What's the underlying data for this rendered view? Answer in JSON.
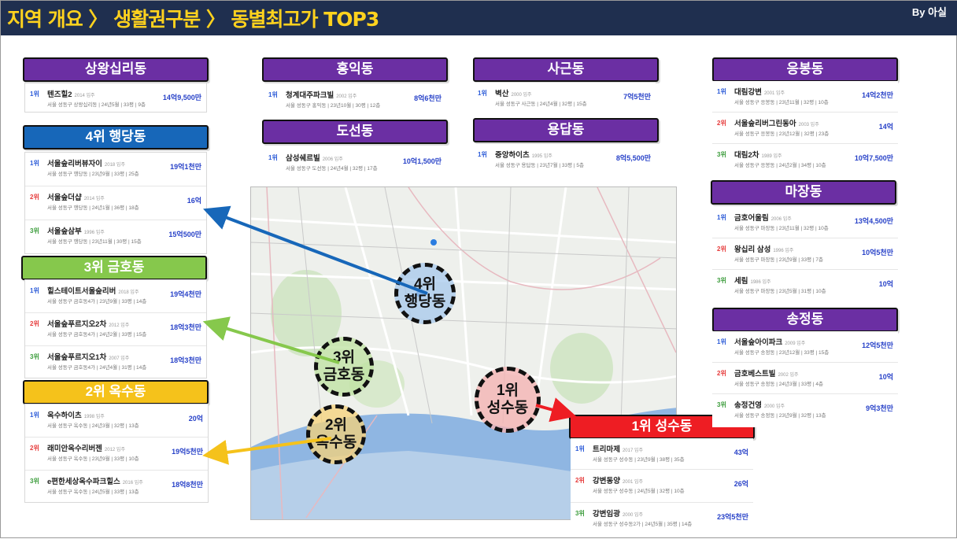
{
  "header": {
    "title": "지역 개요 〉 생활권구분 〉 동별최고가 TOP3",
    "author": "By 아실",
    "bg_color": "#1f2f4f",
    "title_color": "#ffd21e"
  },
  "panels": {
    "sangwangsimni": {
      "title": "상왕십리동",
      "rows": [
        {
          "rank": "1위",
          "name": "텐즈힐2",
          "year": "2014 입주",
          "detail": "서울 성동구 상왕십리동 | 24년5월 | 33평 | 9층",
          "price": "14억9,500만"
        }
      ]
    },
    "haengdang": {
      "title": "4위 행당동",
      "rows": [
        {
          "rank": "1위",
          "name": "서울숲리버뷰자이",
          "year": "2018 입주",
          "detail": "서울 성동구 행당동 | 23년9월 | 33평 | 25층",
          "price": "19억1천만"
        },
        {
          "rank": "2위",
          "name": "서울숲더샵",
          "year": "2014 입주",
          "detail": "서울 성동구 행당동 | 24년1월 | 36평 | 18층",
          "price": "16억"
        },
        {
          "rank": "3위",
          "name": "서울숲삼부",
          "year": "1996 입주",
          "detail": "서울 성동구 행당동 | 23년11월 | 30평 | 15층",
          "price": "15억500만"
        }
      ]
    },
    "geumho": {
      "title": "3위 금호동",
      "rows": [
        {
          "rank": "1위",
          "name": "힐스테이트서울숲리버",
          "year": "2018 입주",
          "detail": "서울 성동구 금호동4가 | 23년9월 | 33평 | 14층",
          "price": "19억4천만"
        },
        {
          "rank": "2위",
          "name": "서울숲푸르지오2차",
          "year": "2012 입주",
          "detail": "서울 성동구 금호동4가 | 24년2월 | 33평 | 15층",
          "price": "18억3천만"
        },
        {
          "rank": "3위",
          "name": "서울숲푸르지오1차",
          "year": "2007 입주",
          "detail": "서울 성동구 금호동4가 | 24년4월 | 31평 | 14층",
          "price": "18억3천만"
        }
      ]
    },
    "oksu": {
      "title": "2위 옥수동",
      "rows": [
        {
          "rank": "1위",
          "name": "옥수하이츠",
          "year": "1998 입주",
          "detail": "서울 성동구 옥수동 | 24년3월 | 32평 | 13층",
          "price": "20억"
        },
        {
          "rank": "2위",
          "name": "래미안옥수리버젠",
          "year": "2012 입주",
          "detail": "서울 성동구 옥수동 | 23년9월 | 33평 | 10층",
          "price": "19억5천만"
        },
        {
          "rank": "3위",
          "name": "e편한세상옥수파크힐스",
          "year": "2016 입주",
          "detail": "서울 성동구 옥수동 | 24년5월 | 33평 | 13층",
          "price": "18억8천만"
        }
      ]
    },
    "hongik": {
      "title": "홍익동",
      "rows": [
        {
          "rank": "1위",
          "name": "청계대주파크빌",
          "year": "2002 입주",
          "detail": "서울 성동구 홍익동 | 23년10월 | 30평 | 12층",
          "price": "8억6천만"
        }
      ]
    },
    "doseon": {
      "title": "도선동",
      "rows": [
        {
          "rank": "1위",
          "name": "삼성쉐르빌",
          "year": "2006 입주",
          "detail": "서울 성동구 도선동 | 24년4월 | 32평 | 17층",
          "price": "10억1,500만"
        }
      ]
    },
    "sageun": {
      "title": "사근동",
      "rows": [
        {
          "rank": "1위",
          "name": "벽산",
          "year": "2000 입주",
          "detail": "서울 성동구 사근동 | 24년4월 | 32평 | 15층",
          "price": "7억5천만"
        }
      ]
    },
    "yongdap": {
      "title": "용답동",
      "rows": [
        {
          "rank": "1위",
          "name": "중앙하이츠",
          "year": "1995 입주",
          "detail": "서울 성동구 용답동 | 23년7월 | 33평 | 5층",
          "price": "8억5,500만"
        }
      ]
    },
    "eungbong": {
      "title": "응봉동",
      "rows": [
        {
          "rank": "1위",
          "name": "대림강변",
          "year": "2001 입주",
          "detail": "서울 성동구 응봉동 | 23년11월 | 32평 | 10층",
          "price": "14억2천만"
        },
        {
          "rank": "2위",
          "name": "서울숲리버그린동아",
          "year": "2003 입주",
          "detail": "서울 성동구 응봉동 | 23년12월 | 32평 | 23층",
          "price": "14억"
        },
        {
          "rank": "3위",
          "name": "대림2차",
          "year": "1989 입주",
          "detail": "서울 성동구 응봉동 | 24년2월 | 34평 | 10층",
          "price": "10억7,500만"
        }
      ]
    },
    "majang": {
      "title": "마장동",
      "rows": [
        {
          "rank": "1위",
          "name": "금호어울림",
          "year": "2006 입주",
          "detail": "서울 성동구 마장동 | 23년11월 | 32평 | 10층",
          "price": "13억4,500만"
        },
        {
          "rank": "2위",
          "name": "왕십리 삼성",
          "year": "1996 입주",
          "detail": "서울 성동구 마장동 | 23년9월 | 33평 | 7층",
          "price": "10억5천만"
        },
        {
          "rank": "3위",
          "name": "세림",
          "year": "1986 입주",
          "detail": "서울 성동구 마장동 | 23년5월 | 31평 | 10층",
          "price": "10억"
        }
      ]
    },
    "songjeong": {
      "title": "송정동",
      "rows": [
        {
          "rank": "1위",
          "name": "서울숲아이파크",
          "year": "2009 입주",
          "detail": "서울 성동구 송정동 | 23년12월 | 33평 | 15층",
          "price": "12억5천만"
        },
        {
          "rank": "2위",
          "name": "금호베스트빌",
          "year": "2002 입주",
          "detail": "서울 성동구 송정동 | 24년3월 | 33평 | 4층",
          "price": "10억"
        },
        {
          "rank": "3위",
          "name": "송정건영",
          "year": "2000 입주",
          "detail": "서울 성동구 송정동 | 23년9월 | 32평 | 13층",
          "price": "9억3천만"
        }
      ]
    },
    "seongsu": {
      "title": "1위 성수동",
      "rows": [
        {
          "rank": "1위",
          "name": "트리마제",
          "year": "2017 입주",
          "detail": "서울 성동구 성수동 | 23년9월 | 38평 | 35층",
          "price": "43억"
        },
        {
          "rank": "2위",
          "name": "강변동양",
          "year": "2001 입주",
          "detail": "서울 성동구 성수동 | 24년5월 | 32평 | 10층",
          "price": "26억"
        },
        {
          "rank": "3위",
          "name": "강변임광",
          "year": "2000 입주",
          "detail": "서울 성동구 성수동2가 | 24년5월 | 35평 | 14층",
          "price": "23억5천만"
        }
      ]
    }
  },
  "map_labels": {
    "haengdang": [
      "4위",
      "행당동"
    ],
    "geumho": [
      "3위",
      "금호동"
    ],
    "oksu": [
      "2위",
      "옥수동"
    ],
    "seongsu": [
      "1위",
      "성수동"
    ]
  },
  "colors": {
    "purple": "#6b2fa3",
    "blue": "#1767b9",
    "green": "#86c84c",
    "gold": "#f5c21b",
    "red": "#ee1d23",
    "price": "#2842c8"
  }
}
